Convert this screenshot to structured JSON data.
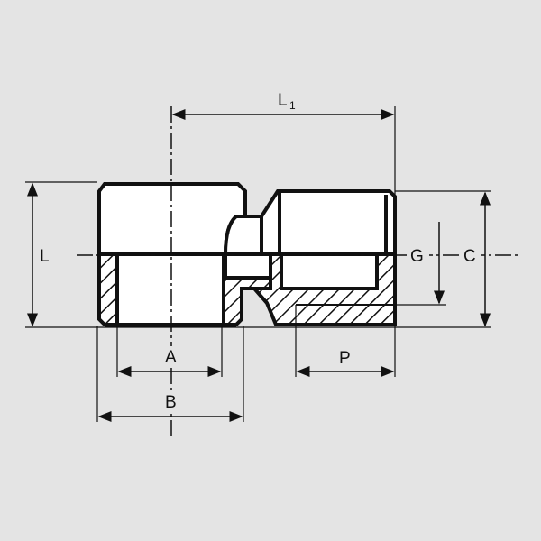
{
  "labels": {
    "L1": "L",
    "L1_sub": "1",
    "L": "L",
    "A": "A",
    "B": "B",
    "P": "P",
    "G": "G",
    "C": "C"
  },
  "colors": {
    "background": "#e4e4e4",
    "ink": "#111111"
  }
}
